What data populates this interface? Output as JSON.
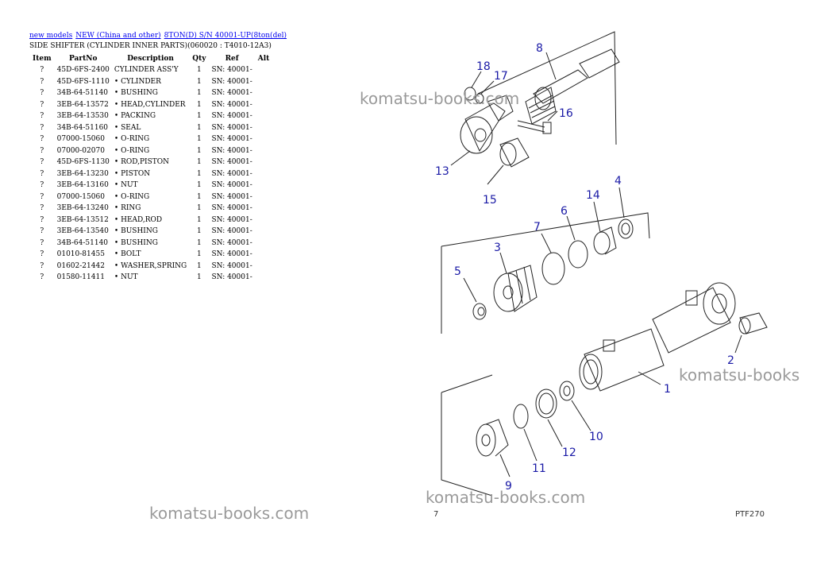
{
  "breadcrumb": {
    "link1": "new models",
    "link2": "NEW (China and other)",
    "link3": "8TON(D) S/N 40001-UP(8ton(del)"
  },
  "subtitle": "SIDE SHIFTER (CYLINDER INNER PARTS)(060020 : T4010-12A3)",
  "table": {
    "headers": {
      "item": "Item",
      "partno": "PartNo",
      "desc": "Description",
      "qty": "Qty",
      "ref": "Ref",
      "alt": "Alt"
    },
    "rows": [
      {
        "item": "?",
        "partno": "45D-6FS-2400",
        "desc": "CYLINDER ASS'Y",
        "qty": "1",
        "ref": "SN: 40001-"
      },
      {
        "item": "?",
        "partno": "45D-6FS-1110",
        "desc": "• CYLINDER",
        "qty": "1",
        "ref": "SN: 40001-"
      },
      {
        "item": "?",
        "partno": "34B-64-51140",
        "desc": "• BUSHING",
        "qty": "1",
        "ref": "SN: 40001-"
      },
      {
        "item": "?",
        "partno": "3EB-64-13572",
        "desc": "• HEAD,CYLINDER",
        "qty": "1",
        "ref": "SN: 40001-"
      },
      {
        "item": "?",
        "partno": "3EB-64-13530",
        "desc": "• PACKING",
        "qty": "1",
        "ref": "SN: 40001-"
      },
      {
        "item": "?",
        "partno": "34B-64-51160",
        "desc": "• SEAL",
        "qty": "1",
        "ref": "SN: 40001-"
      },
      {
        "item": "?",
        "partno": "07000-15060",
        "desc": "• O-RING",
        "qty": "1",
        "ref": "SN: 40001-"
      },
      {
        "item": "?",
        "partno": "07000-02070",
        "desc": "• O-RING",
        "qty": "1",
        "ref": "SN: 40001-"
      },
      {
        "item": "?",
        "partno": "45D-6FS-1130",
        "desc": "• ROD,PISTON",
        "qty": "1",
        "ref": "SN: 40001-"
      },
      {
        "item": "?",
        "partno": "3EB-64-13230",
        "desc": "• PISTON",
        "qty": "1",
        "ref": "SN: 40001-"
      },
      {
        "item": "?",
        "partno": "3EB-64-13160",
        "desc": "• NUT",
        "qty": "1",
        "ref": "SN: 40001-"
      },
      {
        "item": "?",
        "partno": "07000-15060",
        "desc": "• O-RING",
        "qty": "1",
        "ref": "SN: 40001-"
      },
      {
        "item": "?",
        "partno": "3EB-64-13240",
        "desc": "• RING",
        "qty": "1",
        "ref": "SN: 40001-"
      },
      {
        "item": "?",
        "partno": "3EB-64-13512",
        "desc": "• HEAD,ROD",
        "qty": "1",
        "ref": "SN: 40001-"
      },
      {
        "item": "?",
        "partno": "3EB-64-13540",
        "desc": "• BUSHING",
        "qty": "1",
        "ref": "SN: 40001-"
      },
      {
        "item": "?",
        "partno": "34B-64-51140",
        "desc": "• BUSHING",
        "qty": "1",
        "ref": "SN: 40001-"
      },
      {
        "item": "?",
        "partno": "01010-81455",
        "desc": "• BOLT",
        "qty": "1",
        "ref": "SN: 40001-"
      },
      {
        "item": "?",
        "partno": "01602-21442",
        "desc": "• WASHER,SPRING",
        "qty": "1",
        "ref": "SN: 40001-"
      },
      {
        "item": "?",
        "partno": "01580-11411",
        "desc": "• NUT",
        "qty": "1",
        "ref": "SN: 40001-"
      }
    ]
  },
  "watermarks": [
    "komatsu-books.com",
    "komatsu-books",
    "komatsu-books.com",
    "komatsu-books.com"
  ],
  "diagram": {
    "callouts": [
      "8",
      "18",
      "17",
      "16",
      "13",
      "15",
      "7",
      "6",
      "14",
      "4",
      "3",
      "5",
      "2",
      "1",
      "10",
      "12",
      "11",
      "9"
    ],
    "code": "PTF270",
    "page_mark": "7"
  },
  "colors": {
    "link": "#0000ee",
    "callout": "#1a1aa6",
    "watermark": "#9a9a9a"
  }
}
